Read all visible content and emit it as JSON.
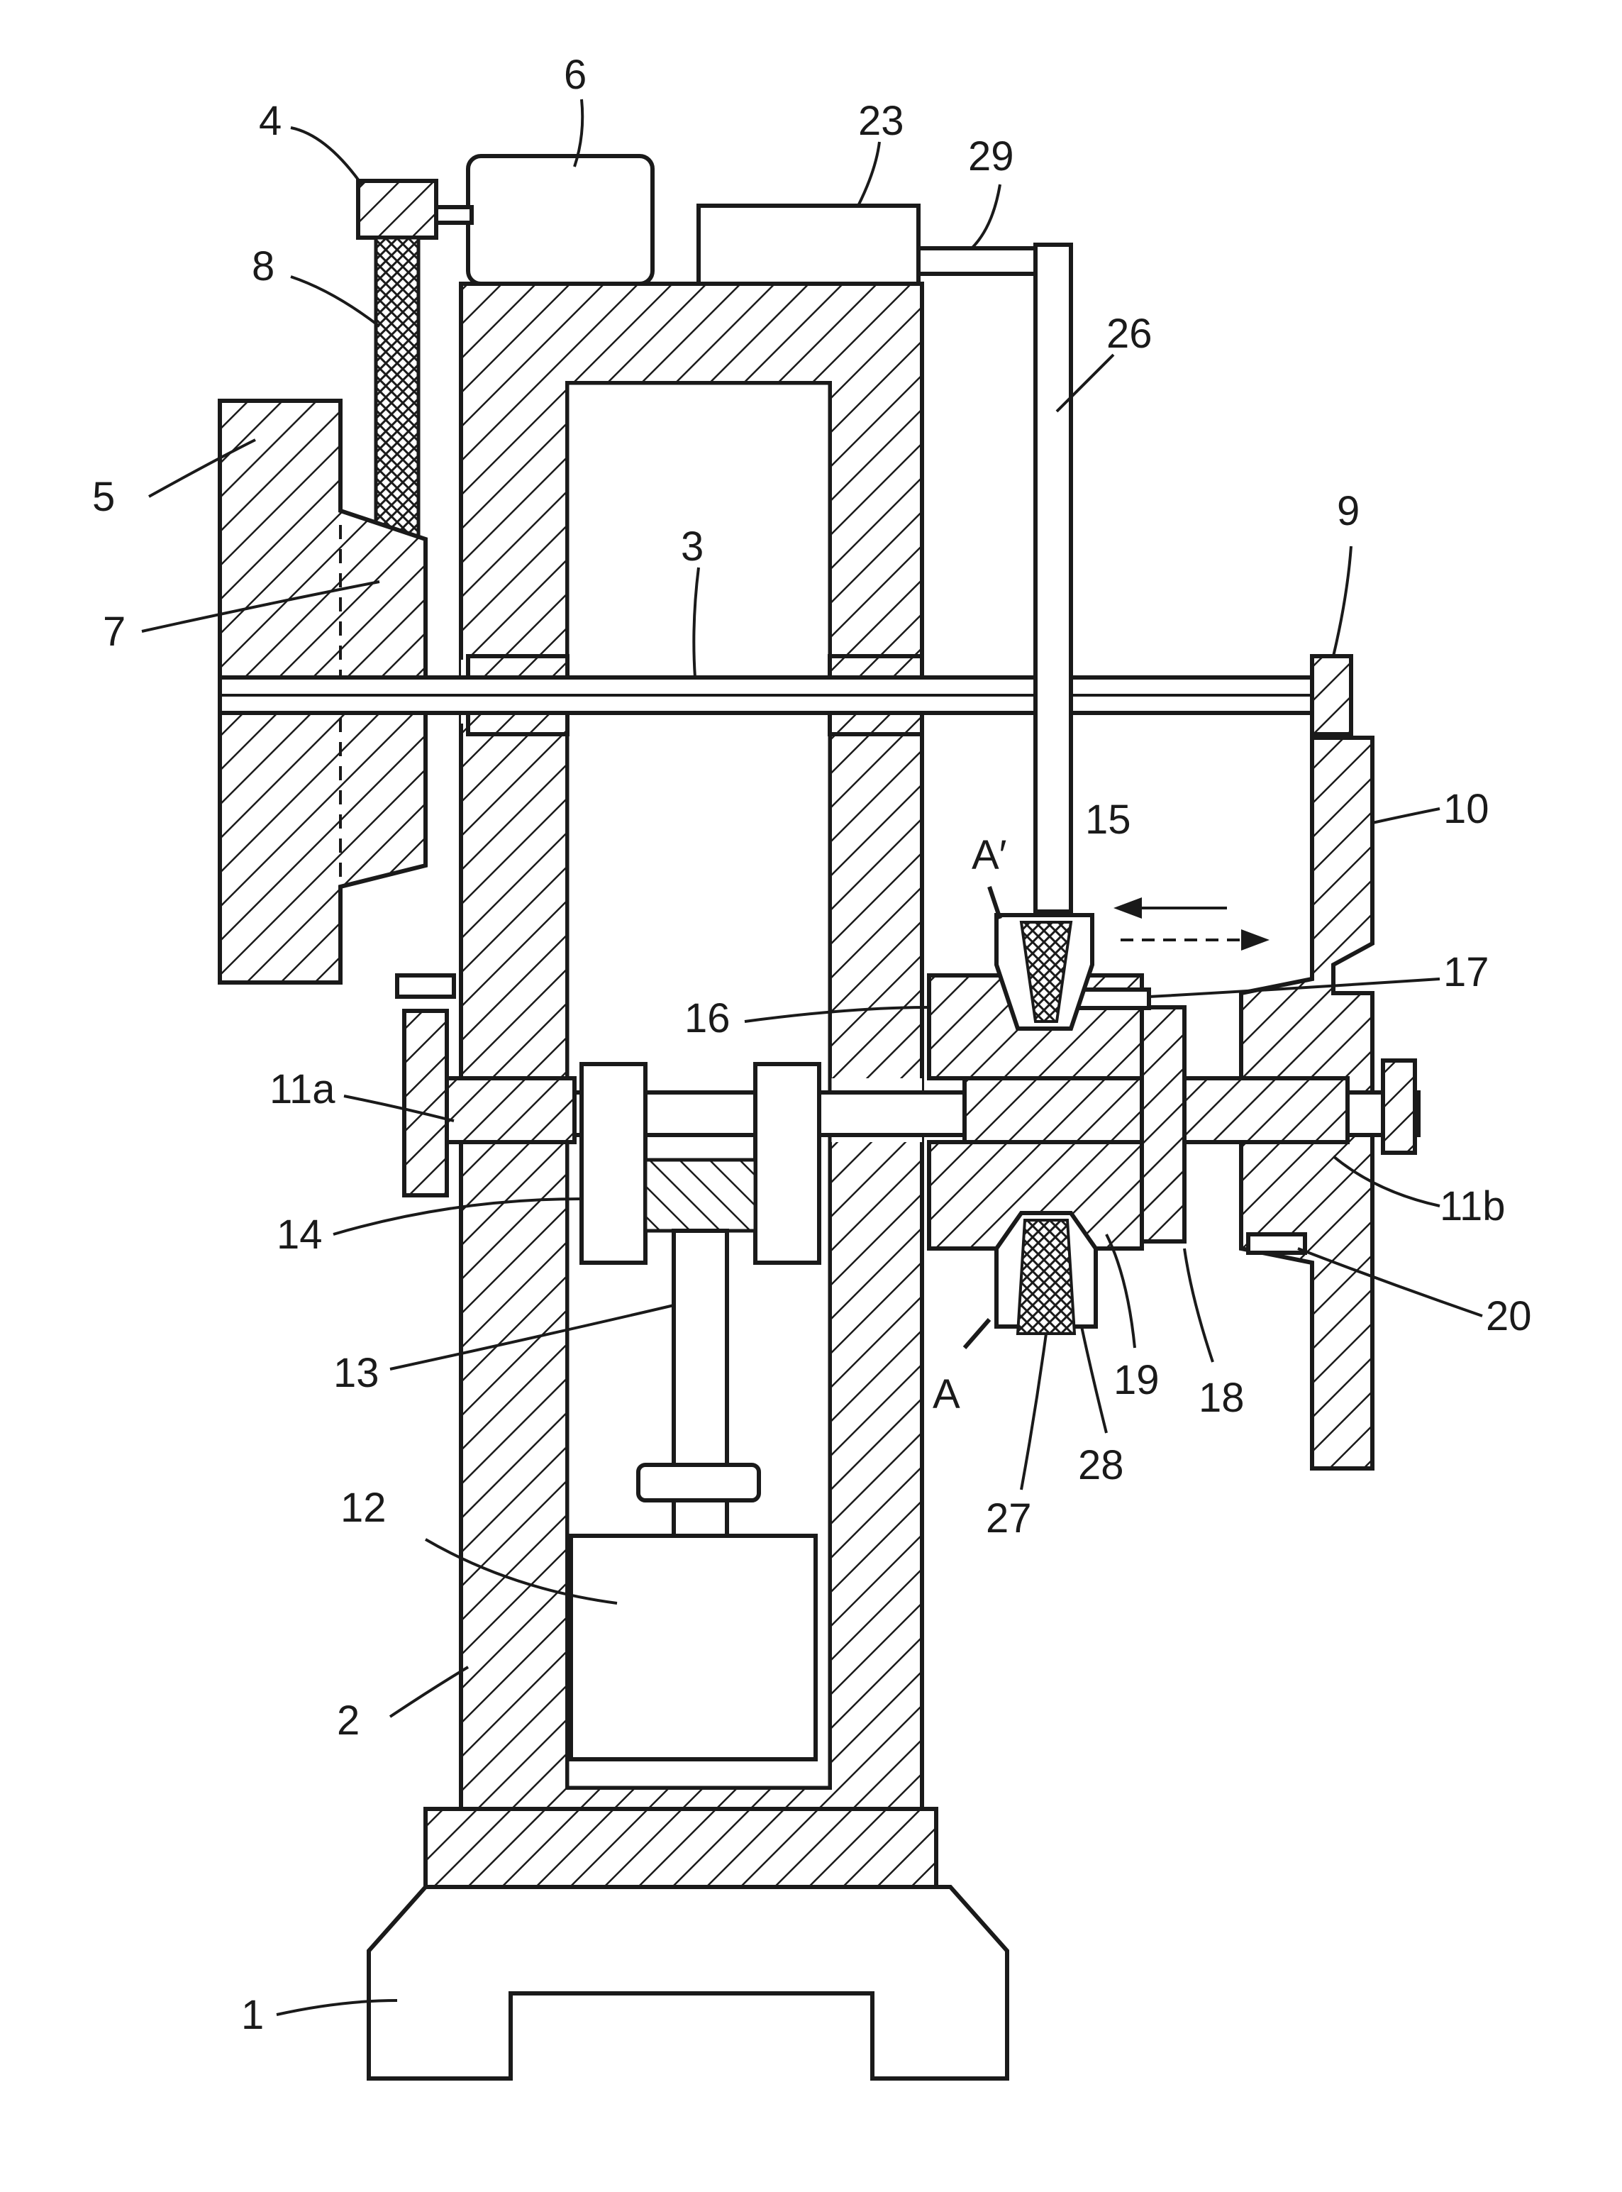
{
  "figure": {
    "colors": {
      "ink": "#1a1a1a",
      "paper": "#ffffff"
    },
    "labels": {
      "frame_base": "1",
      "frame_column": "2",
      "main_shaft": "3",
      "pulley_small": "4",
      "flywheel": "5",
      "motor": "6",
      "flywheel_hub": "7",
      "belt": "8",
      "shaft_end_nut": "9",
      "side_plate": "10",
      "crankshaft_left": "11a",
      "crankshaft_right": "11b",
      "slide": "12",
      "connecting_rod": "13",
      "crank_web": "14",
      "gear_top": "15",
      "gear_carrier": "16",
      "pin_17": "17",
      "bearing_18": "18",
      "gear_housing": "19",
      "pin_20": "20",
      "control_box": "23",
      "control_rod": "26",
      "gear_bottom": "27",
      "gear_bottom_rim": "28",
      "link_29": "29",
      "section_a": "A",
      "section_a_prime": "A′"
    }
  }
}
